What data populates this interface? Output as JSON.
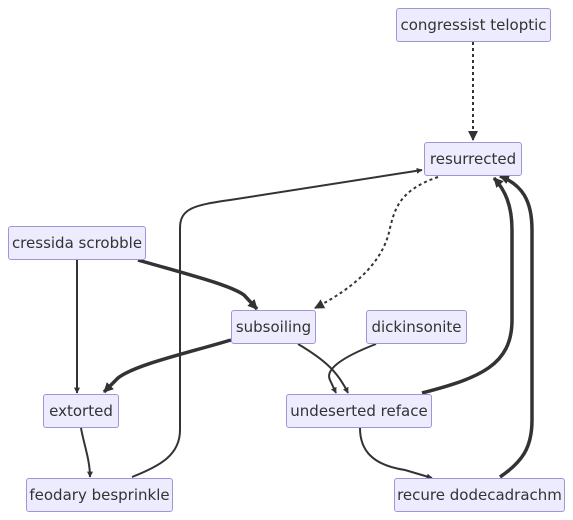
{
  "nodes": {
    "congressist_teloptic": "congressist teloptic",
    "resurrected": "resurrected",
    "cressida_scrobble": "cressida scrobble",
    "subsoiling": "subsoiling",
    "dickinsonite": "dickinsonite",
    "extorted": "extorted",
    "undeserted_reface": "undeserted reface",
    "feodary_besprinkle": "feodary besprinkle",
    "recure_dodecadrachm": "recure dodecadrachm"
  },
  "edges": [
    {
      "from": "congressist teloptic",
      "to": "resurrected",
      "style": "dotted"
    },
    {
      "from": "resurrected",
      "to": "subsoiling",
      "style": "dotted"
    },
    {
      "from": "feodary besprinkle",
      "to": "resurrected",
      "style": "normal"
    },
    {
      "from": "undeserted reface",
      "to": "resurrected",
      "style": "thick"
    },
    {
      "from": "recure dodecadrachm",
      "to": "resurrected",
      "style": "thick"
    },
    {
      "from": "cressida scrobble",
      "to": "subsoiling",
      "style": "thick"
    },
    {
      "from": "cressida scrobble",
      "to": "extorted",
      "style": "normal"
    },
    {
      "from": "subsoiling",
      "to": "extorted",
      "style": "thick"
    },
    {
      "from": "subsoiling",
      "to": "undeserted reface",
      "style": "normal"
    },
    {
      "from": "dickinsonite",
      "to": "undeserted reface",
      "style": "normal"
    },
    {
      "from": "extorted",
      "to": "feodary besprinkle",
      "style": "normal"
    },
    {
      "from": "undeserted reface",
      "to": "recure dodecadrachm",
      "style": "normal"
    }
  ]
}
